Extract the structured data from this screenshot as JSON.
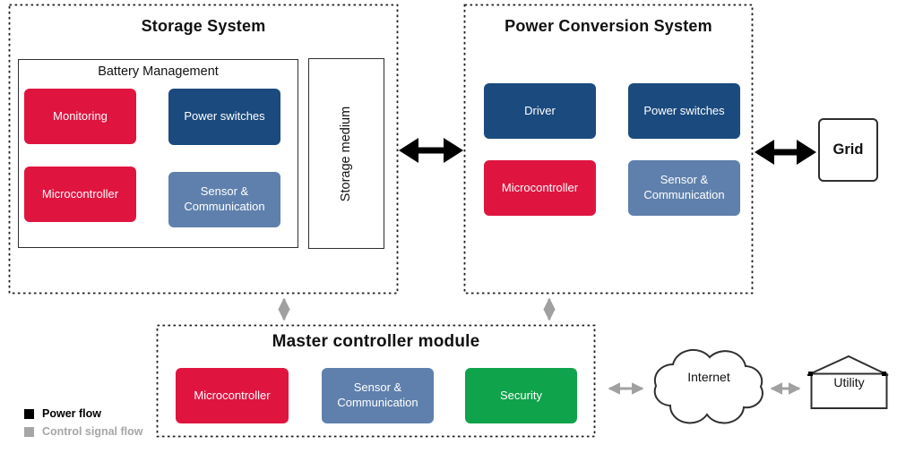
{
  "storage_system": {
    "title": "Storage System",
    "battery_management": {
      "title": "Battery Management",
      "modules": [
        {
          "label": "Monitoring",
          "color": "#df1540"
        },
        {
          "label": "Power switches",
          "color": "#1b4a7e"
        },
        {
          "label": "Microcontroller",
          "color": "#df1540"
        },
        {
          "label": "Sensor & Communication",
          "color": "#5f80ac"
        }
      ]
    },
    "storage_medium": {
      "label": "Storage medium"
    }
  },
  "power_conversion_system": {
    "title": "Power Conversion System",
    "modules": [
      {
        "label": "Driver",
        "color": "#1b4a7e"
      },
      {
        "label": "Power switches",
        "color": "#1b4a7e"
      },
      {
        "label": "Microcontroller",
        "color": "#df1540"
      },
      {
        "label": "Sensor & Communication",
        "color": "#5f80ac"
      }
    ]
  },
  "grid": {
    "label": "Grid"
  },
  "master_controller": {
    "title": "Master controller module",
    "modules": [
      {
        "label": "Microcontroller",
        "color": "#df1540"
      },
      {
        "label": "Sensor & Communication",
        "color": "#5f80ac"
      },
      {
        "label": "Security",
        "color": "#0fa34b"
      }
    ]
  },
  "external": {
    "internet_label": "Internet",
    "utility_label": "Utility"
  },
  "legend": {
    "items": [
      {
        "label": "Power flow",
        "swatch": "#000000"
      },
      {
        "label": "Control signal flow",
        "swatch": "#a6a6a6"
      }
    ]
  },
  "colors": {
    "power_flow_arrow": "#000000",
    "control_signal_arrow": "#a0a0a0",
    "module_red": "#df1540",
    "module_navy": "#1b4a7e",
    "module_steel": "#5f80ac",
    "module_green": "#0fa34b",
    "dashed_border": "#1f1f1f"
  }
}
